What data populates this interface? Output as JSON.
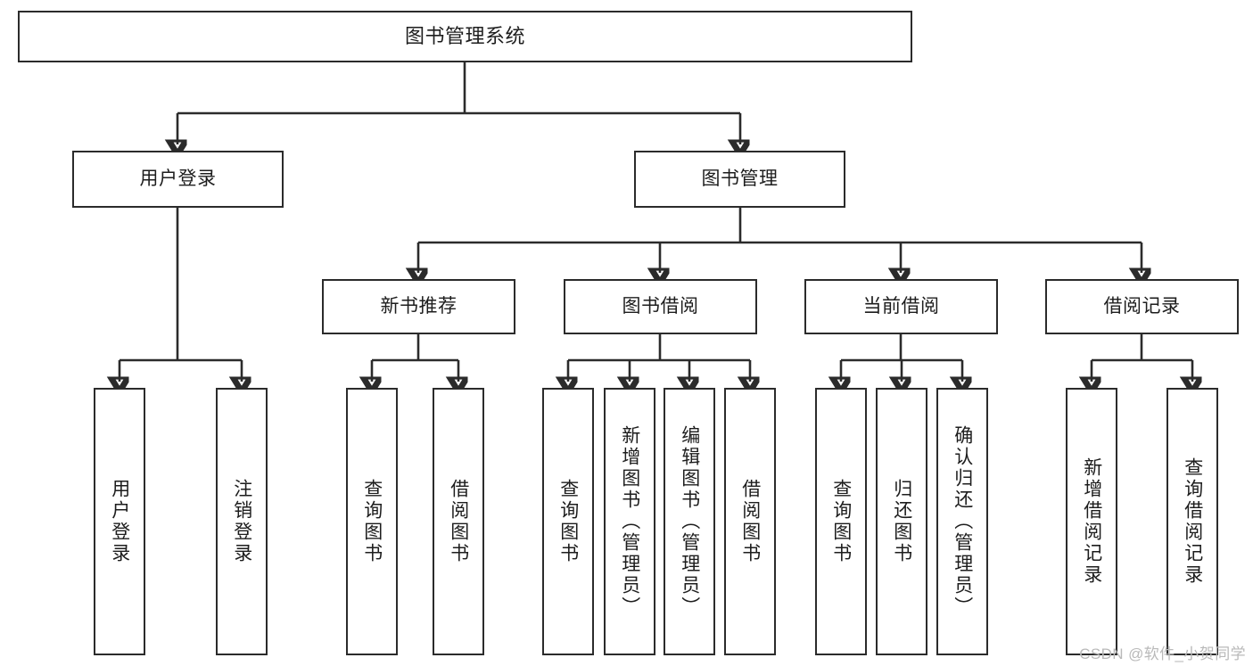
{
  "diagram": {
    "title": "图书管理系统",
    "watermark": "CSDN @软件_小贺同学",
    "colors": {
      "stroke": "#2b2b2b",
      "fill": "#ffffff",
      "text": "#1d1d1d",
      "watermark": "#b9b9b9"
    },
    "root": {
      "label": "图书管理系统"
    },
    "level2": [
      {
        "label": "用户登录"
      },
      {
        "label": "图书管理"
      }
    ],
    "level3": [
      {
        "label": "新书推荐"
      },
      {
        "label": "图书借阅"
      },
      {
        "label": "当前借阅"
      },
      {
        "label": "借阅记录"
      }
    ],
    "leaves": [
      {
        "label": "用户登录"
      },
      {
        "label": "注销登录"
      },
      {
        "label": "查询图书"
      },
      {
        "label": "借阅图书"
      },
      {
        "label": "查询图书"
      },
      {
        "label": "新增图书（管理员）"
      },
      {
        "label": "编辑图书（管理员）"
      },
      {
        "label": "借阅图书"
      },
      {
        "label": "查询图书"
      },
      {
        "label": "归还图书"
      },
      {
        "label": "确认归还（管理员）"
      },
      {
        "label": "新增借阅记录"
      },
      {
        "label": "查询借阅记录"
      }
    ]
  }
}
